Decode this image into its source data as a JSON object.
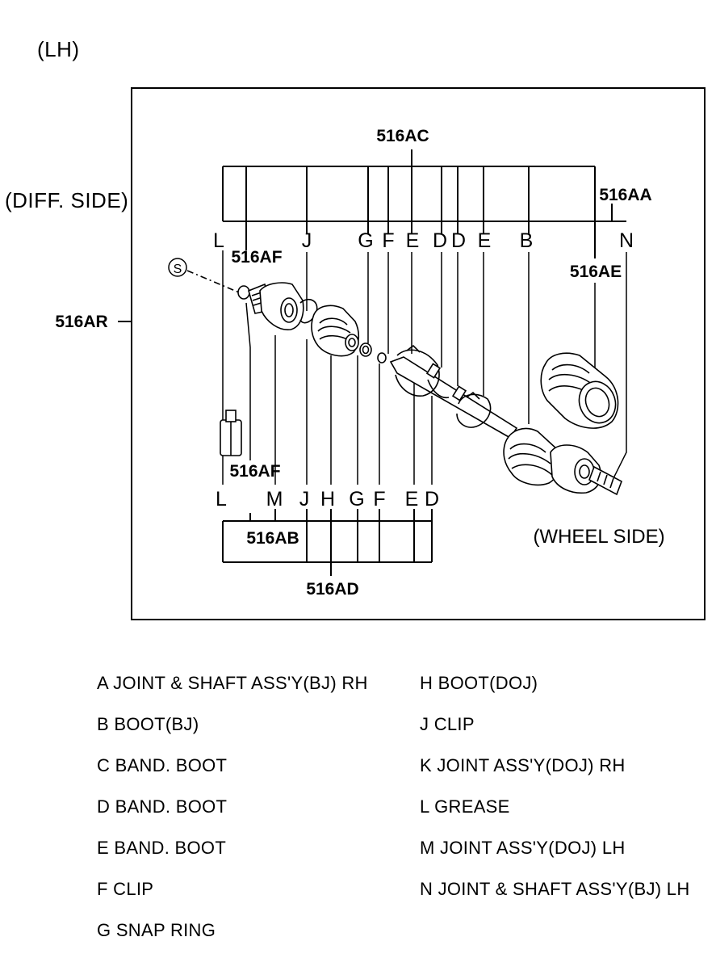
{
  "header": {
    "side_label": "(LH)"
  },
  "diagram": {
    "diff_side_label": "(DIFF. SIDE)",
    "wheel_side_label": "(WHEEL SIDE)",
    "codes": {
      "ac": "516AC",
      "aa": "516AA",
      "af_top": "516AF",
      "ae": "516AE",
      "ar": "516AR",
      "af_bottom": "516AF",
      "ab": "516AB",
      "ad": "516AD"
    },
    "top_letters": [
      "L",
      "J",
      "G",
      "F",
      "E",
      "D",
      "D",
      "E",
      "B",
      "N"
    ],
    "bottom_letters": [
      "L",
      "M",
      "J",
      "H",
      "G",
      "F",
      "E",
      "D"
    ],
    "sealant_symbol": "S"
  },
  "legend": {
    "left": [
      "A JOINT & SHAFT ASS'Y(BJ) RH",
      "B BOOT(BJ)",
      "C BAND. BOOT",
      "D BAND. BOOT",
      "E BAND. BOOT",
      "F CLIP",
      "G SNAP RING"
    ],
    "right": [
      "H BOOT(DOJ)",
      "J CLIP",
      "K JOINT ASS'Y(DOJ) RH",
      "L GREASE",
      "M JOINT ASS'Y(DOJ) LH",
      "N JOINT & SHAFT ASS'Y(BJ) LH"
    ]
  }
}
